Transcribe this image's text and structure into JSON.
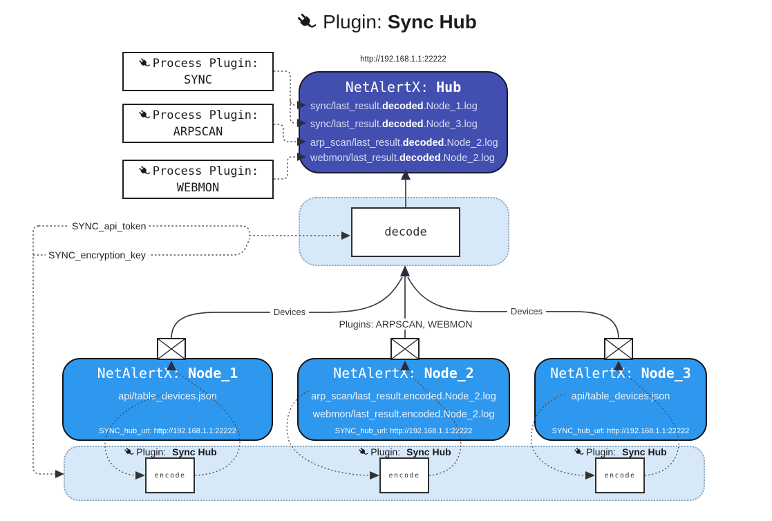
{
  "page_title": {
    "label": "Plugin:",
    "name": "Sync Hub"
  },
  "hub": {
    "url": "http://192.168.1.1:22222",
    "title_label": "NetAlertX:",
    "title_name": "Hub",
    "files": [
      {
        "pre": "sync/last_result.",
        "bold": "decoded",
        "post": ".Node_1.log"
      },
      {
        "pre": "sync/last_result.",
        "bold": "decoded",
        "post": ".Node_3.log"
      },
      {
        "pre": "arp_scan/last_result.",
        "bold": "decoded",
        "post": ".Node_2.log"
      },
      {
        "pre": "webmon/last_result.",
        "bold": "decoded",
        "post": ".Node_2.log"
      }
    ]
  },
  "process_plugins": [
    {
      "label": "Process Plugin:",
      "name": "SYNC"
    },
    {
      "label": "Process Plugin:",
      "name": "ARPSCAN"
    },
    {
      "label": "Process Plugin:",
      "name": "WEBMON"
    }
  ],
  "decode_box": {
    "label": "decode"
  },
  "settings": {
    "api_token": "SYNC_api_token",
    "encryption_key": "SYNC_encryption_key"
  },
  "edge_labels": {
    "devices_left": "Devices",
    "plugins_center": "Plugins: ARPSCAN, WEBMON",
    "devices_right": "Devices"
  },
  "nodes": [
    {
      "title_label": "NetAlertX:",
      "title_name": "Node_1",
      "files": [
        "api/table_devices.json"
      ],
      "hub_url": "SYNC_hub_url: http://192.168.1.1:22222"
    },
    {
      "title_label": "NetAlertX:",
      "title_name": "Node_2",
      "files": [
        "arp_scan/last_result.encoded.Node_2.log",
        "webmon/last_result.encoded.Node_2.log"
      ],
      "hub_url": "SYNC_hub_url: http://192.168.1.1:22222"
    },
    {
      "title_label": "NetAlertX:",
      "title_name": "Node_3",
      "files": [
        "api/table_devices.json"
      ],
      "hub_url": "SYNC_hub_url: http://192.168.1.1:22222"
    }
  ],
  "encoders": [
    {
      "label": "Plugin:",
      "name": "Sync Hub",
      "box_label": "encode"
    },
    {
      "label": "Plugin:",
      "name": "Sync Hub",
      "box_label": "encode"
    },
    {
      "label": "Plugin:",
      "name": "Sync Hub",
      "box_label": "encode"
    }
  ],
  "colors": {
    "hub_fill": "#434fb0",
    "node_fill": "#2e97ee",
    "container_fill": "#d7e8f9",
    "container_border": "#8ba6be",
    "line": "#3d3d3d",
    "icon": "#1a1a1a"
  }
}
